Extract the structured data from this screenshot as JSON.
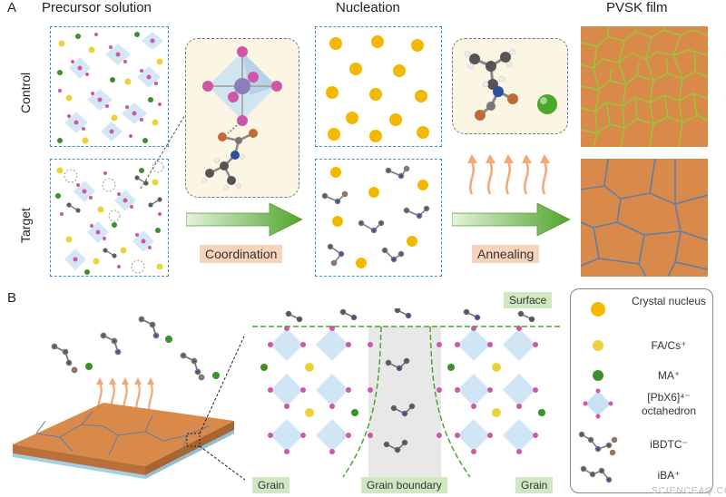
{
  "panels": {
    "a": "A",
    "b": "B"
  },
  "columns": {
    "precursor": "Precursor solution",
    "nucleation": "Nucleation",
    "film": "PVSK film"
  },
  "rows": {
    "control": "Control",
    "target": "Target"
  },
  "steps": {
    "coordination": "Coordination",
    "annealing": "Annealing"
  },
  "panel_b": {
    "surface": "Surface",
    "grain_left": "Grain",
    "grain_boundary": "Grain boundary",
    "grain_right": "Grain"
  },
  "legend": {
    "crystal_nucleus": "Crystal nucleus",
    "fa_cs": "FA/Cs⁺",
    "ma": "MA⁺",
    "octahedron": "[PbX6]⁴⁻ octahedron",
    "ibdtc": "iBDTC⁻",
    "iba": "iBA⁺"
  },
  "watermark": "SCIENCEAQ.COM",
  "colors": {
    "nucleus": "#f5b800",
    "fa_cs": "#ecd23a",
    "ma": "#3c8f2a",
    "octahedron": "#c9e2f3",
    "pb": "#d256a8",
    "film_orange": "#d98a4a",
    "grain_line_control": "#9cc23a",
    "grain_line_target": "#5f7fa8",
    "arrow_green": "#6cb043",
    "heat_arrow": "#f2a878",
    "box_border": "#3d8fd6"
  }
}
